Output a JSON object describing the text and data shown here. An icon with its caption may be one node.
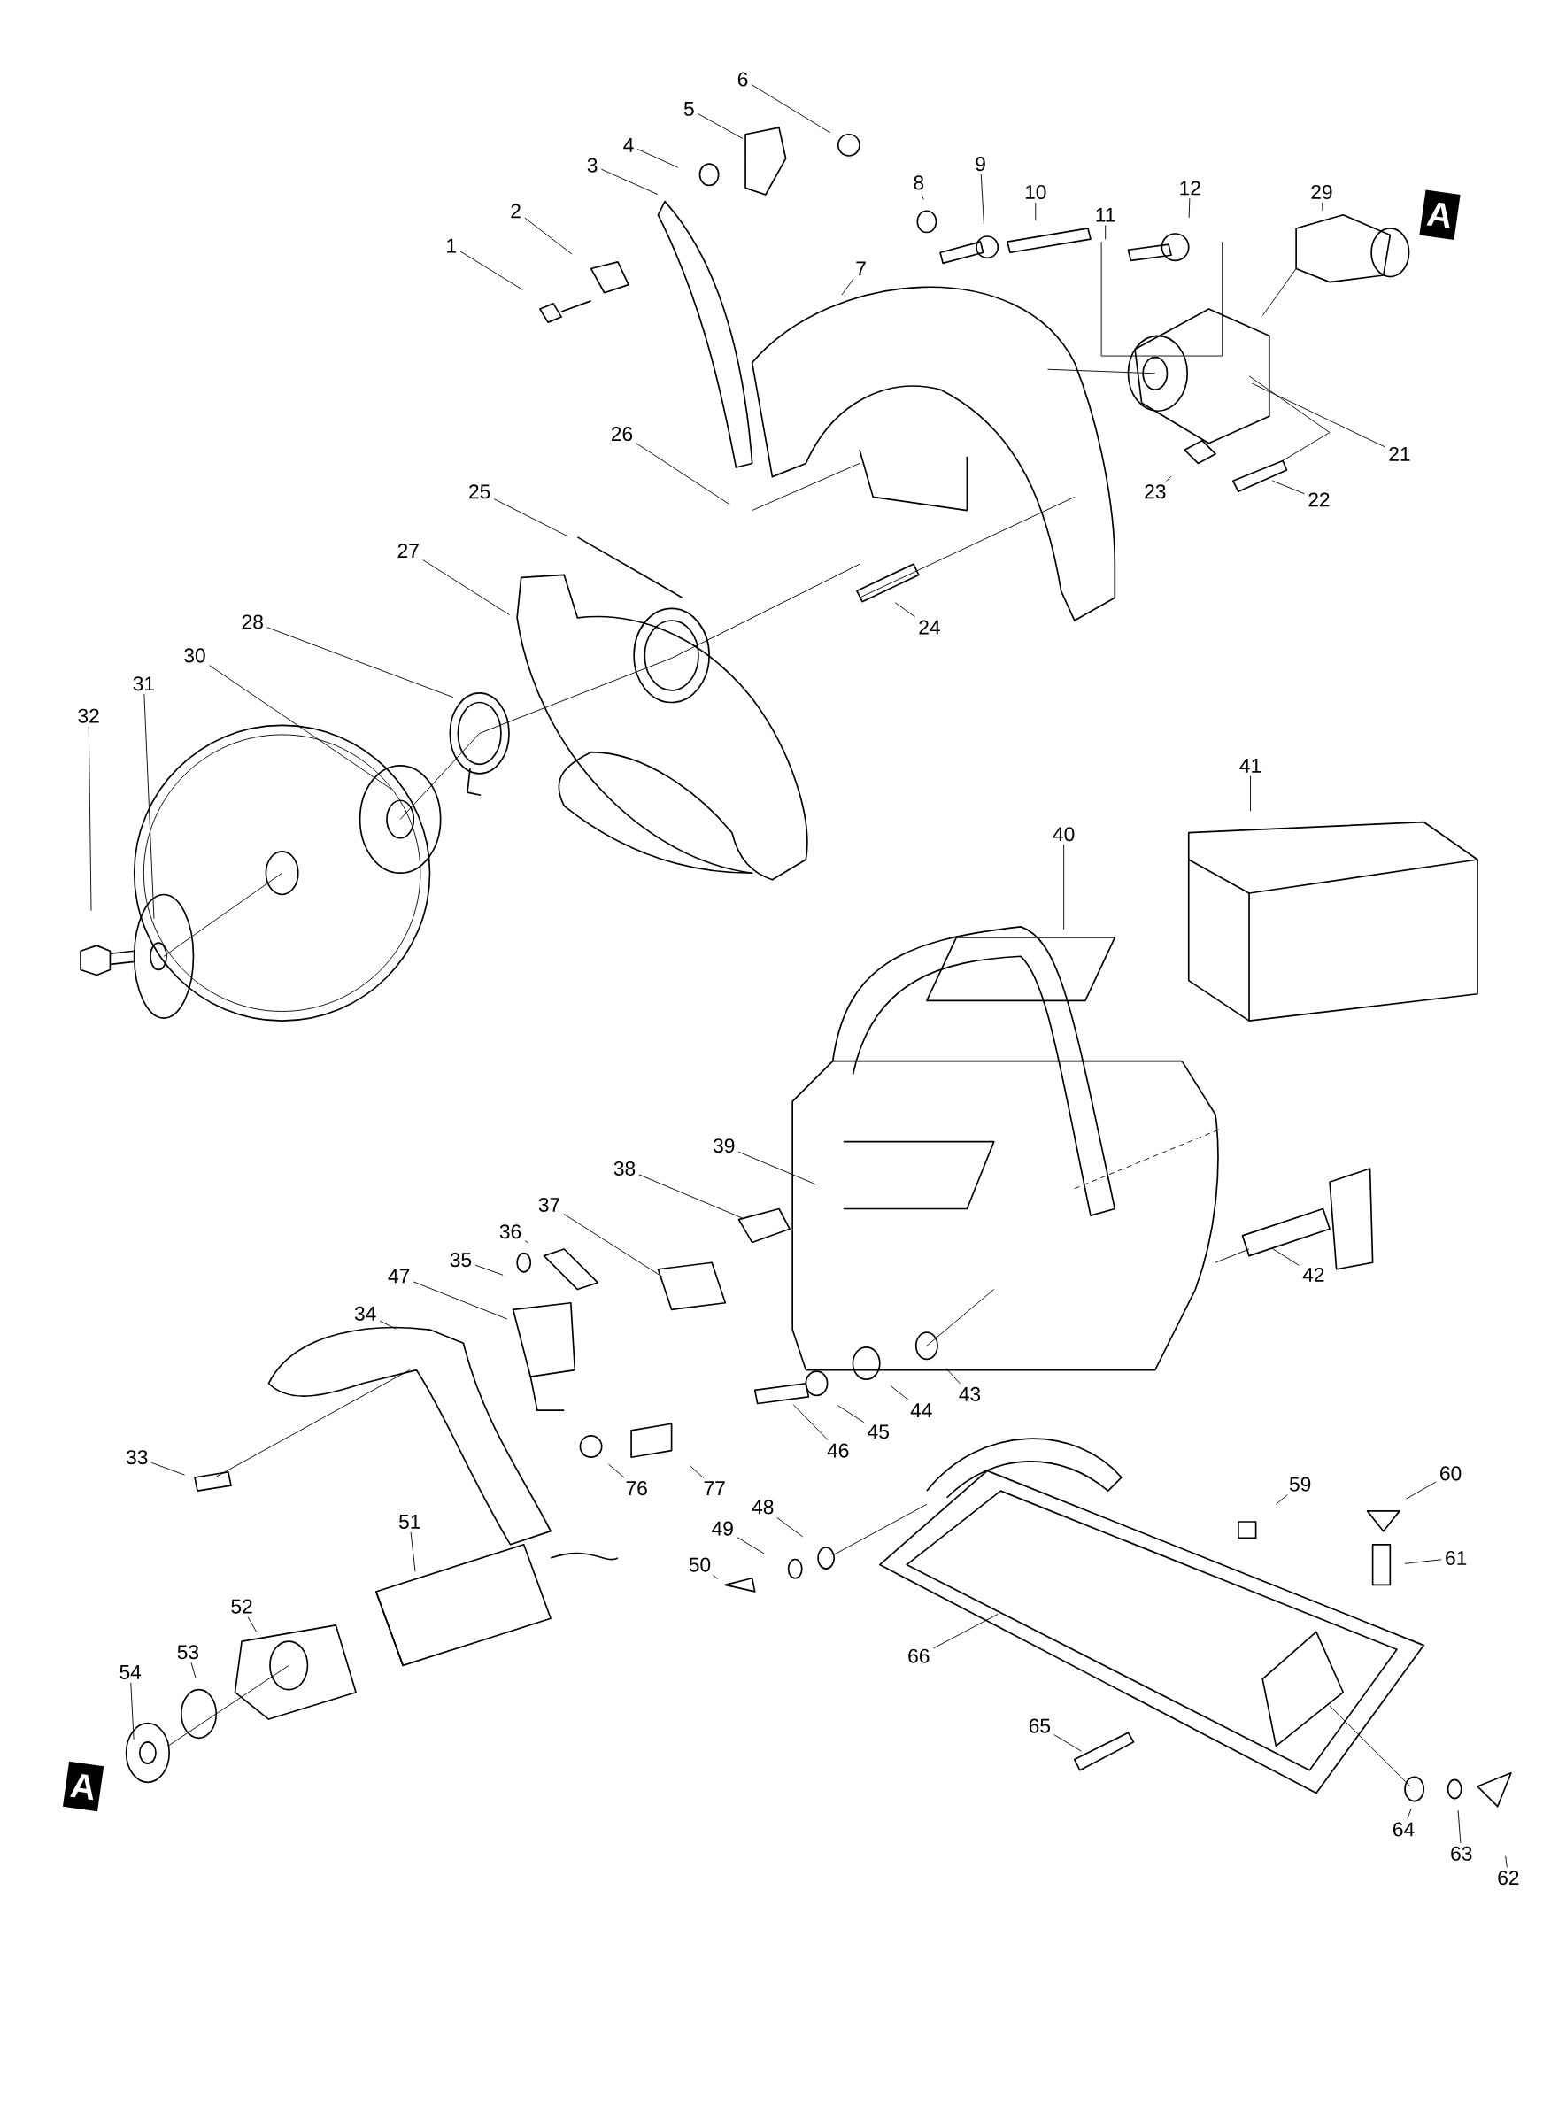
{
  "diagram": {
    "nodes": [
      {
        "text": [
          "6"
        ]
      },
      {
        "text": [
          "5"
        ]
      },
      {
        "text": [
          "4"
        ]
      },
      {
        "text": [
          "3"
        ]
      },
      {
        "text": [
          "2"
        ]
      },
      {
        "text": [
          "1"
        ]
      },
      {
        "text": [
          "9"
        ]
      },
      {
        "text": [
          "8"
        ]
      },
      {
        "text": [
          "10"
        ]
      },
      {
        "text": [
          "12"
        ]
      },
      {
        "text": [
          "11"
        ]
      },
      {
        "text": [
          "29"
        ]
      },
      {
        "text": [
          "A"
        ]
      },
      {
        "text": [
          "7"
        ]
      },
      {
        "text": [
          "26"
        ]
      },
      {
        "text": [
          "21"
        ]
      },
      {
        "text": [
          "23"
        ]
      },
      {
        "text": [
          "22"
        ]
      },
      {
        "text": [
          "25"
        ]
      },
      {
        "text": [
          "27"
        ]
      },
      {
        "text": [
          "24"
        ]
      },
      {
        "text": [
          "28"
        ]
      },
      {
        "text": [
          "30"
        ]
      },
      {
        "text": [
          "31"
        ]
      },
      {
        "text": [
          "32"
        ]
      },
      {
        "text": [
          "41"
        ]
      },
      {
        "text": [
          "40"
        ]
      },
      {
        "text": [
          "39"
        ]
      },
      {
        "text": [
          "38"
        ]
      },
      {
        "text": [
          "37"
        ]
      },
      {
        "text": [
          "36"
        ]
      },
      {
        "text": [
          "35"
        ]
      },
      {
        "text": [
          "47"
        ]
      },
      {
        "text": [
          "34"
        ]
      },
      {
        "text": [
          "42"
        ]
      },
      {
        "text": [
          "43"
        ]
      },
      {
        "text": [
          "44"
        ]
      },
      {
        "text": [
          "45"
        ]
      },
      {
        "text": [
          "46"
        ]
      },
      {
        "text": [
          "33"
        ]
      },
      {
        "text": [
          "76"
        ]
      },
      {
        "text": [
          "77"
        ]
      },
      {
        "text": [
          "51"
        ]
      },
      {
        "text": [
          "52"
        ]
      },
      {
        "text": [
          "53"
        ]
      },
      {
        "text": [
          "54"
        ]
      },
      {
        "text": [
          "A"
        ]
      },
      {
        "text": [
          "48"
        ]
      },
      {
        "text": [
          "49"
        ]
      },
      {
        "text": [
          "50"
        ]
      },
      {
        "text": [
          "59"
        ]
      },
      {
        "text": [
          "60"
        ]
      },
      {
        "text": [
          "61"
        ]
      },
      {
        "text": [
          "66"
        ]
      },
      {
        "text": [
          "65"
        ]
      },
      {
        "text": [
          "64"
        ]
      },
      {
        "text": [
          "63"
        ]
      },
      {
        "text": [
          "62"
        ]
      }
    ],
    "edges": [
      {
        "from": 0,
        "to": null,
        "arrow": "none"
      },
      {
        "from": 1,
        "to": null,
        "arrow": "none"
      },
      {
        "from": 2,
        "to": null,
        "arrow": "none"
      },
      {
        "from": 3,
        "to": null,
        "arrow": "none"
      },
      {
        "from": 4,
        "to": null,
        "arrow": "none"
      },
      {
        "from": 5,
        "to": null,
        "arrow": "none"
      },
      {
        "from": 6,
        "to": null,
        "arrow": "none"
      },
      {
        "from": 7,
        "to": null,
        "arrow": "none"
      },
      {
        "from": 8,
        "to": null,
        "arrow": "none"
      },
      {
        "from": 9,
        "to": null,
        "arrow": "none"
      },
      {
        "from": 10,
        "to": null,
        "arrow": "none"
      },
      {
        "from": 11,
        "to": null,
        "arrow": "none"
      },
      {
        "from": 13,
        "to": null,
        "arrow": "none"
      },
      {
        "from": 14,
        "to": null,
        "arrow": "none"
      },
      {
        "from": 15,
        "to": null,
        "arrow": "none"
      },
      {
        "from": 16,
        "to": null,
        "arrow": "none"
      },
      {
        "from": 17,
        "to": null,
        "arrow": "none"
      },
      {
        "from": 18,
        "to": null,
        "arrow": "none"
      },
      {
        "from": 19,
        "to": null,
        "arrow": "none"
      },
      {
        "from": 20,
        "to": null,
        "arrow": "none"
      },
      {
        "from": 21,
        "to": null,
        "arrow": "none"
      },
      {
        "from": 22,
        "to": null,
        "arrow": "none"
      },
      {
        "from": 23,
        "to": null,
        "arrow": "none"
      },
      {
        "from": 24,
        "to": null,
        "arrow": "none"
      },
      {
        "from": 25,
        "to": null,
        "arrow": "none"
      },
      {
        "from": 26,
        "to": null,
        "arrow": "none"
      },
      {
        "from": 27,
        "to": null,
        "arrow": "none"
      },
      {
        "from": 28,
        "to": null,
        "arrow": "none"
      },
      {
        "from": 29,
        "to": null,
        "arrow": "none"
      },
      {
        "from": 30,
        "to": null,
        "arrow": "none"
      },
      {
        "from": 31,
        "to": null,
        "arrow": "none"
      },
      {
        "from": 32,
        "to": null,
        "arrow": "none"
      },
      {
        "from": 33,
        "to": null,
        "arrow": "none"
      },
      {
        "from": 34,
        "to": null,
        "arrow": "none"
      },
      {
        "from": 35,
        "to": null,
        "arrow": "none"
      },
      {
        "from": 36,
        "to": null,
        "arrow": "none"
      },
      {
        "from": 37,
        "to": null,
        "arrow": "none"
      },
      {
        "from": 38,
        "to": null,
        "arrow": "none"
      },
      {
        "from": 39,
        "to": null,
        "arrow": "none"
      },
      {
        "from": 40,
        "to": null,
        "arrow": "none"
      },
      {
        "from": 41,
        "to": null,
        "arrow": "none"
      },
      {
        "from": 42,
        "to": null,
        "arrow": "none"
      },
      {
        "from": 43,
        "to": null,
        "arrow": "none"
      },
      {
        "from": 44,
        "to": null,
        "arrow": "none"
      },
      {
        "from": 45,
        "to": null,
        "arrow": "none"
      },
      {
        "from": 47,
        "to": null,
        "arrow": "none"
      },
      {
        "from": 48,
        "to": null,
        "arrow": "none"
      },
      {
        "from": 49,
        "to": null,
        "arrow": "none"
      },
      {
        "from": 50,
        "to": null,
        "arrow": "none"
      },
      {
        "from": 51,
        "to": null,
        "arrow": "none"
      },
      {
        "from": 52,
        "to": null,
        "arrow": "none"
      },
      {
        "from": 53,
        "to": null,
        "arrow": "none"
      },
      {
        "from": 54,
        "to": null,
        "arrow": "none"
      },
      {
        "from": 55,
        "to": null,
        "arrow": "none"
      },
      {
        "from": 56,
        "to": null,
        "arrow": "none"
      },
      {
        "from": 57,
        "to": null,
        "arrow": "none"
      }
    ]
  }
}
